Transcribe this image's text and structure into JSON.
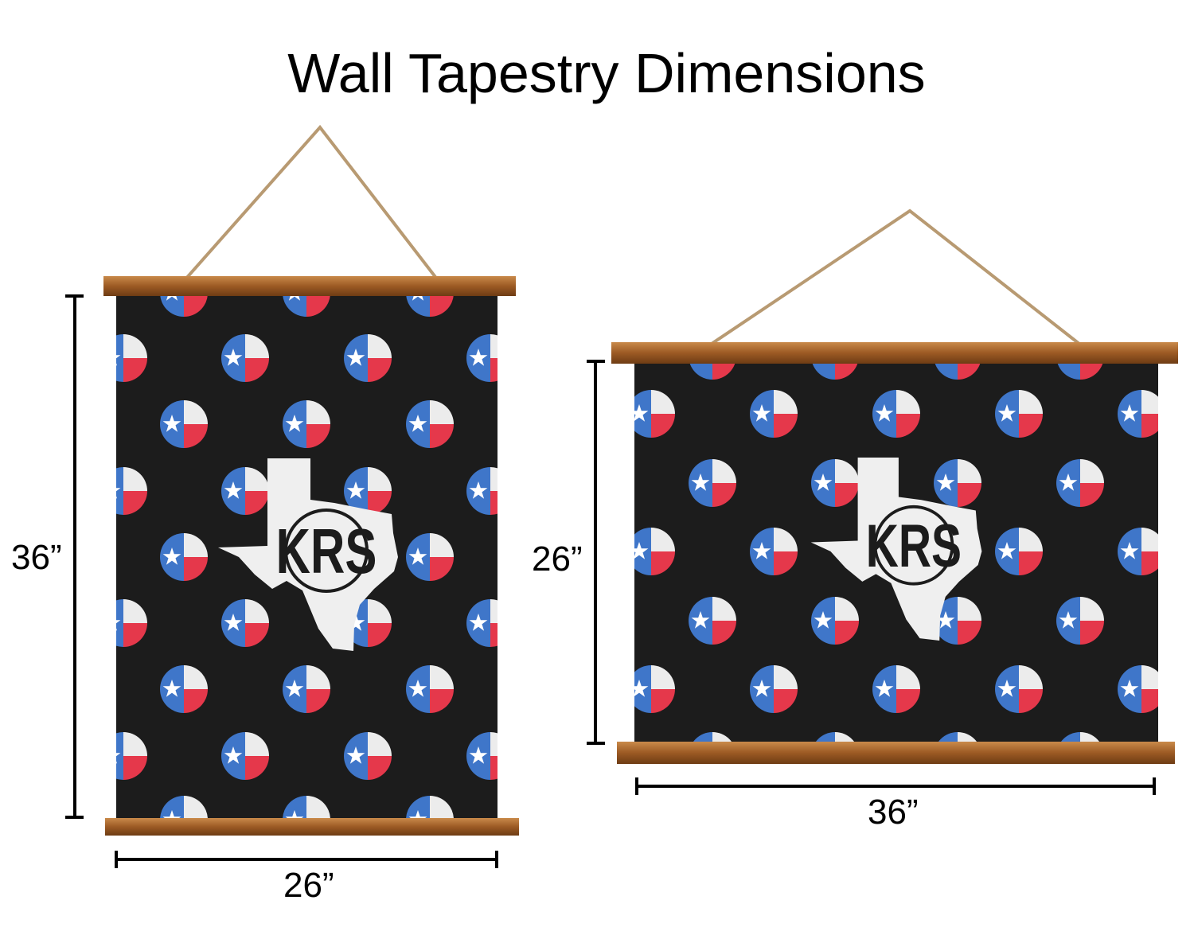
{
  "title": "Wall Tapestry Dimensions",
  "portrait": {
    "height_label": "36”",
    "width_label": "26”",
    "monogram": "KRS"
  },
  "landscape": {
    "height_label": "26”",
    "width_label": "36”",
    "monogram": "KRS"
  },
  "colors": {
    "fabric": "#1c1c1c",
    "flag_blue": "#3f76c9",
    "flag_red": "#e5384b",
    "flag_white": "#ececec",
    "wood": "#a0622a",
    "rope": "#b89a72"
  }
}
